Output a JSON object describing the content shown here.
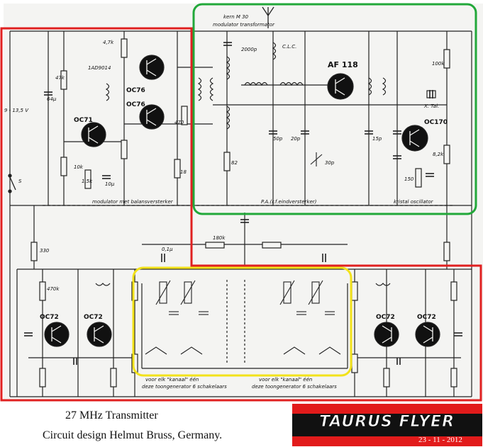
{
  "caption": {
    "title": "27 MHz Transmitter",
    "credit": "Circuit design Helmut Bruss, Germany."
  },
  "brand": {
    "name": "TAURUS FLYER",
    "date": "23 - 11 - 2012"
  },
  "highlight_colors": {
    "red": "#e02020",
    "green": "#22a83a",
    "yellow": "#f2e21a"
  },
  "labels": {
    "kern": "kern M 30",
    "mod_transformer": "modulator transformator",
    "af118": "AF 118",
    "oc170": "OC170",
    "oc71": "OC71",
    "oc76a": "OC76",
    "oc76b": "OC76",
    "oc72_l1": "OC72",
    "oc72_l2": "OC72",
    "oc72_r1": "OC72",
    "oc72_r2": "OC72",
    "modulator": "modulator met balansversterker",
    "pa": "P.A.(r.f.eindversterker)",
    "kristal": "kristal oscillator",
    "xtal": "X. Tal.",
    "clc": "C.L.C.",
    "ad9014": "1AD9014",
    "batt": "9 - 13,5 V",
    "switch": "S",
    "r_47k": "4,7k",
    "r_47k_b": "47k",
    "c_64u": "64μ",
    "c_2000p": "2000p",
    "c_50p": "50p",
    "c_20p": "20p",
    "c_30p": "30p",
    "c_15p": "15p",
    "r_100k": "100k",
    "r_82k": "8,2k",
    "r_150": "150",
    "r_82": "82",
    "r_10k": "10k",
    "r_15k": "1,5k",
    "c_10u": "10μ",
    "r_470": "470",
    "r_18": "18",
    "r_330": "330",
    "r_470k": "470k",
    "c_01u": "0,1μ",
    "r_180k": "180k",
    "bottom_left": "voor elk \"kanaal\" één",
    "bottom_left2": "deze toongenerator 6 schakelaars",
    "bottom_right": "voor elk \"kanaal\" één",
    "bottom_right2": "deze toongenerator 6 schakelaars"
  }
}
